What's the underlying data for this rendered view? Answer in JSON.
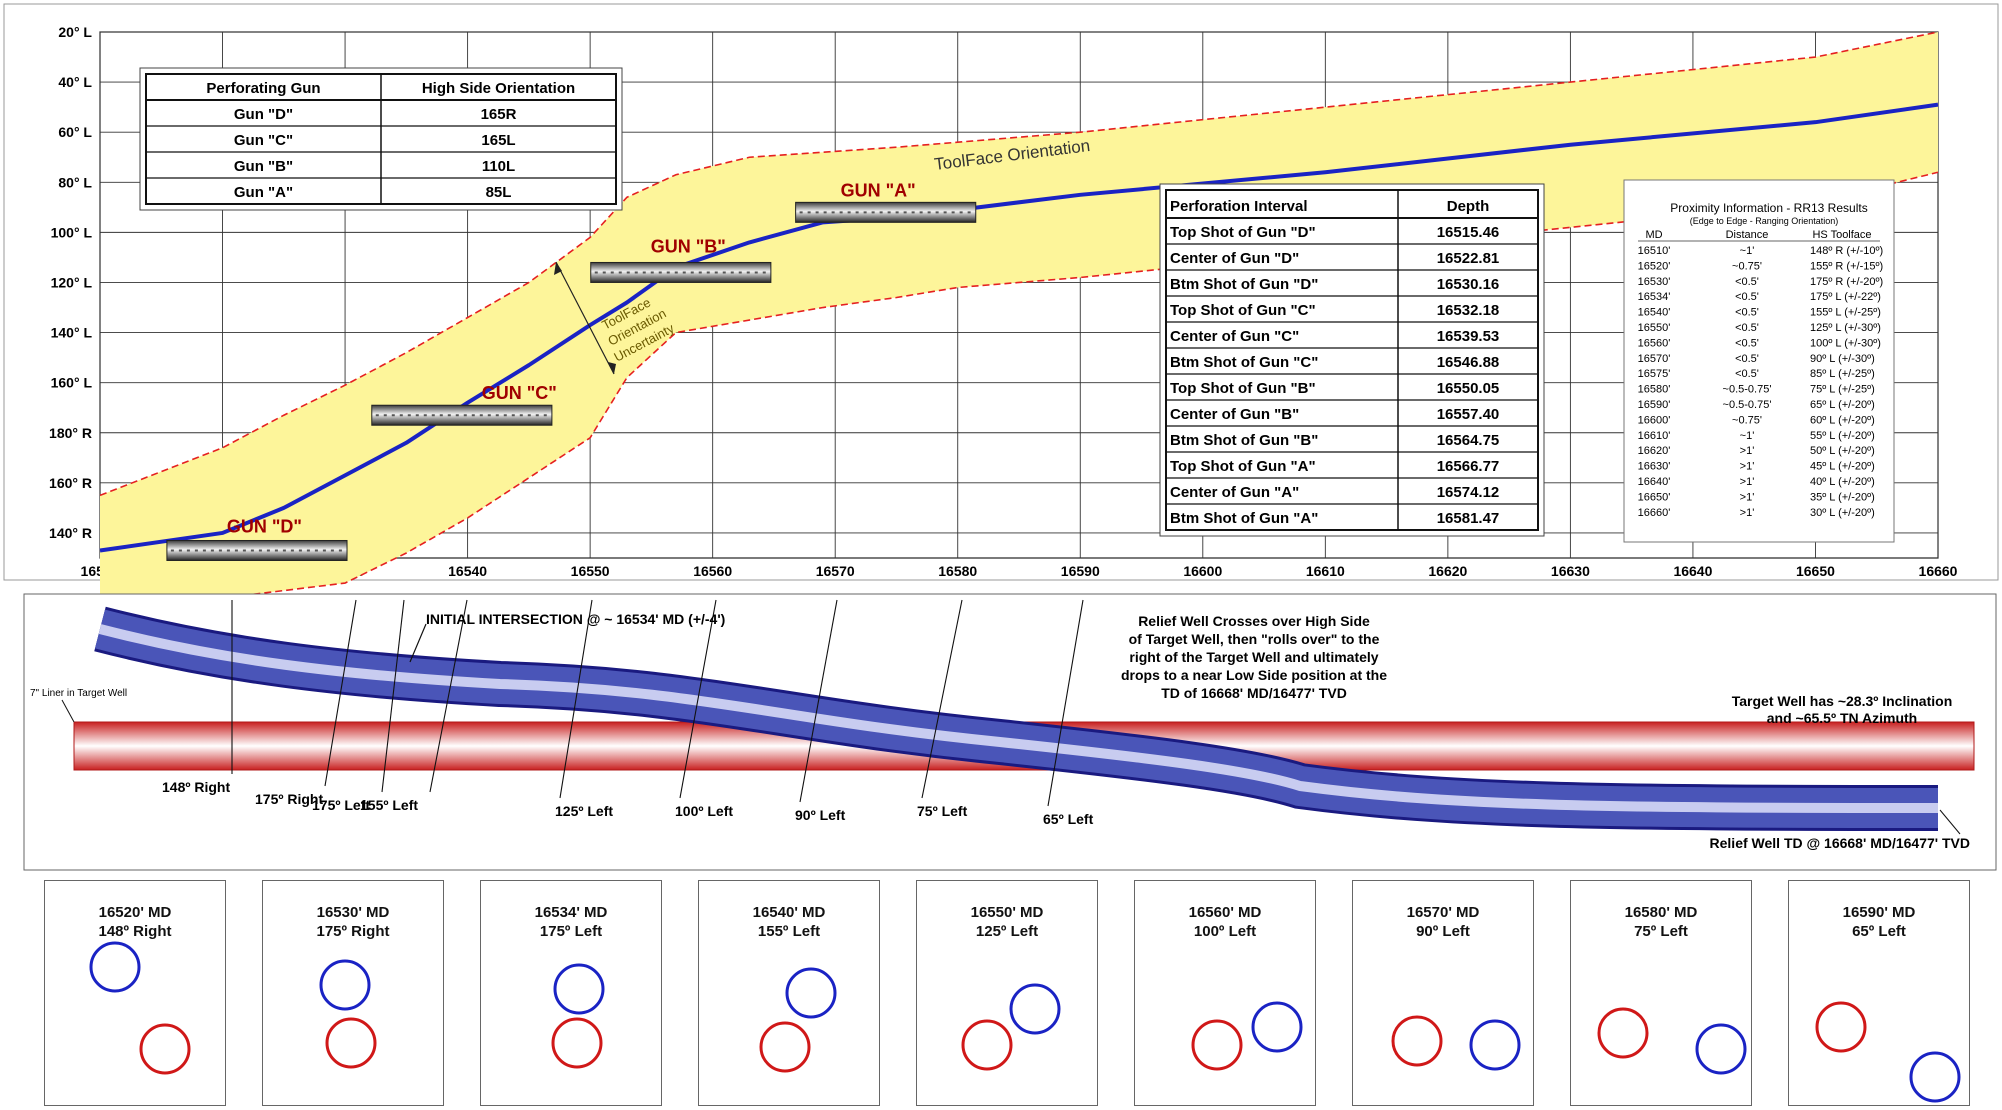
{
  "chart_data": {
    "type": "line",
    "x": [
      16510,
      16520,
      16525,
      16530,
      16535,
      16540,
      16545,
      16550,
      16553,
      16557,
      16563,
      16569,
      16575,
      16580,
      16590,
      16610,
      16630,
      16650,
      16660
    ],
    "values": [
      -47,
      -40,
      -30,
      -17,
      -4,
      12,
      27,
      43,
      52,
      66,
      76,
      84,
      86,
      89,
      95,
      104,
      115,
      124,
      131
    ],
    "upper": [
      -25,
      -6,
      7,
      19,
      32,
      46,
      60,
      78,
      94,
      103,
      110,
      112,
      114,
      116,
      120,
      130,
      140,
      150,
      160
    ],
    "lower": [
      -70,
      -66,
      -63,
      -60,
      -48,
      -34,
      -18,
      -2,
      22,
      40,
      45,
      50,
      54,
      58,
      62,
      72,
      82,
      92,
      104
    ],
    "xlim": [
      16510,
      16660
    ],
    "ylim": [
      -50,
      160
    ],
    "xticks": [
      16510,
      16520,
      16530,
      16540,
      16550,
      16560,
      16570,
      16580,
      16590,
      16600,
      16610,
      16620,
      16630,
      16640,
      16650,
      16660
    ],
    "y_tick_values": [
      -40,
      -20,
      0,
      20,
      40,
      60,
      80,
      100,
      120,
      140,
      160
    ],
    "y_tick_labels": [
      "140° R",
      "160° R",
      "180° R",
      "160° L",
      "140° L",
      "120° L",
      "100° L",
      "80° L",
      "60° L",
      "40° L",
      "20° L"
    ],
    "grid": true,
    "colors": {
      "line": "#1a23c4",
      "band_fill": "#fdf59a",
      "band_edge": "#e52020",
      "gun_label": "#a00000"
    },
    "guns": [
      {
        "label": "GUN \"D\"",
        "x_start": 16515.46,
        "x_end": 16530.16,
        "y": -47
      },
      {
        "label": "GUN \"C\"",
        "x_start": 16532.18,
        "x_end": 16546.88,
        "y": 7
      },
      {
        "label": "GUN \"B\"",
        "x_start": 16550.05,
        "x_end": 16564.75,
        "y": 64
      },
      {
        "label": "GUN \"A\"",
        "x_start": 16566.77,
        "x_end": 16581.47,
        "y": 88
      }
    ],
    "annotations": {
      "toolface": "ToolFace Orientation",
      "uncertainty": [
        "ToolFace",
        "Orientation",
        "Uncertainty"
      ]
    }
  },
  "gun_table": {
    "headers": [
      "Perforating Gun",
      "High Side Orientation"
    ],
    "rows": [
      [
        "Gun \"D\"",
        "165R"
      ],
      [
        "Gun \"C\"",
        "165L"
      ],
      [
        "Gun \"B\"",
        "110L"
      ],
      [
        "Gun \"A\"",
        "85L"
      ]
    ]
  },
  "perf_table": {
    "headers": [
      "Perforation Interval",
      "Depth"
    ],
    "rows": [
      [
        "Top Shot of Gun \"D\"",
        "16515.46"
      ],
      [
        "Center of Gun \"D\"",
        "16522.81"
      ],
      [
        "Btm Shot of Gun \"D\"",
        "16530.16"
      ],
      [
        "Top Shot of Gun \"C\"",
        "16532.18"
      ],
      [
        "Center of Gun \"C\"",
        "16539.53"
      ],
      [
        "Btm Shot of Gun \"C\"",
        "16546.88"
      ],
      [
        "Top Shot of Gun \"B\"",
        "16550.05"
      ],
      [
        "Center of Gun \"B\"",
        "16557.40"
      ],
      [
        "Btm Shot of Gun \"B\"",
        "16564.75"
      ],
      [
        "Top Shot of Gun \"A\"",
        "16566.77"
      ],
      [
        "Center of Gun \"A\"",
        "16574.12"
      ],
      [
        "Btm Shot of Gun \"A\"",
        "16581.47"
      ]
    ]
  },
  "proximity": {
    "title": "Proximity Information - RR13 Results",
    "subtitle": "(Edge to Edge - Ranging Orientation)",
    "headers": [
      "MD",
      "Distance",
      "HS Toolface"
    ],
    "rows": [
      [
        "16510'",
        "~1'",
        "148º R (+/-10º)"
      ],
      [
        "16520'",
        "~0.75'",
        "155º R (+/-15º)"
      ],
      [
        "16530'",
        "<0.5'",
        "175º R (+/-20º)"
      ],
      [
        "16534'",
        "<0.5'",
        "175º L (+/-22º)"
      ],
      [
        "16540'",
        "<0.5'",
        "155º L (+/-25º)"
      ],
      [
        "16550'",
        "<0.5'",
        "125º L (+/-30º)"
      ],
      [
        "16560'",
        "<0.5'",
        "100º L (+/-30º)"
      ],
      [
        "16570'",
        "<0.5'",
        "90º L (+/-30º)"
      ],
      [
        "16575'",
        "<0.5'",
        "85º L (+/-25º)"
      ],
      [
        "16580'",
        "~0.5-0.75'",
        "75º L (+/-25º)"
      ],
      [
        "16590'",
        "~0.5-0.75'",
        "65º L (+/-20º)"
      ],
      [
        "16600'",
        "~0.75'",
        "60º L (+/-20º)"
      ],
      [
        "16610'",
        "~1'",
        "55º L (+/-20º)"
      ],
      [
        "16620'",
        ">1'",
        "50º L (+/-20º)"
      ],
      [
        "16630'",
        ">1'",
        "45º L (+/-20º)"
      ],
      [
        "16640'",
        ">1'",
        "40º L (+/-20º)"
      ],
      [
        "16650'",
        ">1'",
        "35º L (+/-20º)"
      ],
      [
        "16660'",
        ">1'",
        "30º L (+/-20º)"
      ]
    ]
  },
  "schematic": {
    "liner_label": "7\" Liner in Target Well",
    "intersection_label": "INITIAL INTERSECTION @ ~ 16534' MD (+/-4')",
    "crossing_note": [
      "Relief Well Crosses over High Side",
      "of Target Well, then \"rolls over\" to the",
      "right of the Target Well and ultimately",
      "drops to a near Low Side position at the",
      "TD of 16668' MD/16477' TVD"
    ],
    "target_note": [
      "Target Well has ~28.3º Inclination",
      "and ~65.5º TN Azimuth"
    ],
    "td_label": "Relief Well TD @ 16668' MD/16477' TVD",
    "orientations": [
      "148º Right",
      "175º Right",
      "175º Left",
      "155º Left",
      "125º Left",
      "100º Left",
      "90º Left",
      "75º Left",
      "65º Left"
    ]
  },
  "snapshots": [
    {
      "md": "16520' MD",
      "orient": "148º Right"
    },
    {
      "md": "16530' MD",
      "orient": "175º Right"
    },
    {
      "md": "16534' MD",
      "orient": "175º Left"
    },
    {
      "md": "16540' MD",
      "orient": "155º Left"
    },
    {
      "md": "16550' MD",
      "orient": "125º Left"
    },
    {
      "md": "16560' MD",
      "orient": "100º Left"
    },
    {
      "md": "16570' MD",
      "orient": "90º Left"
    },
    {
      "md": "16580' MD",
      "orient": "75º Left"
    },
    {
      "md": "16590' MD",
      "orient": "65º Left"
    }
  ]
}
